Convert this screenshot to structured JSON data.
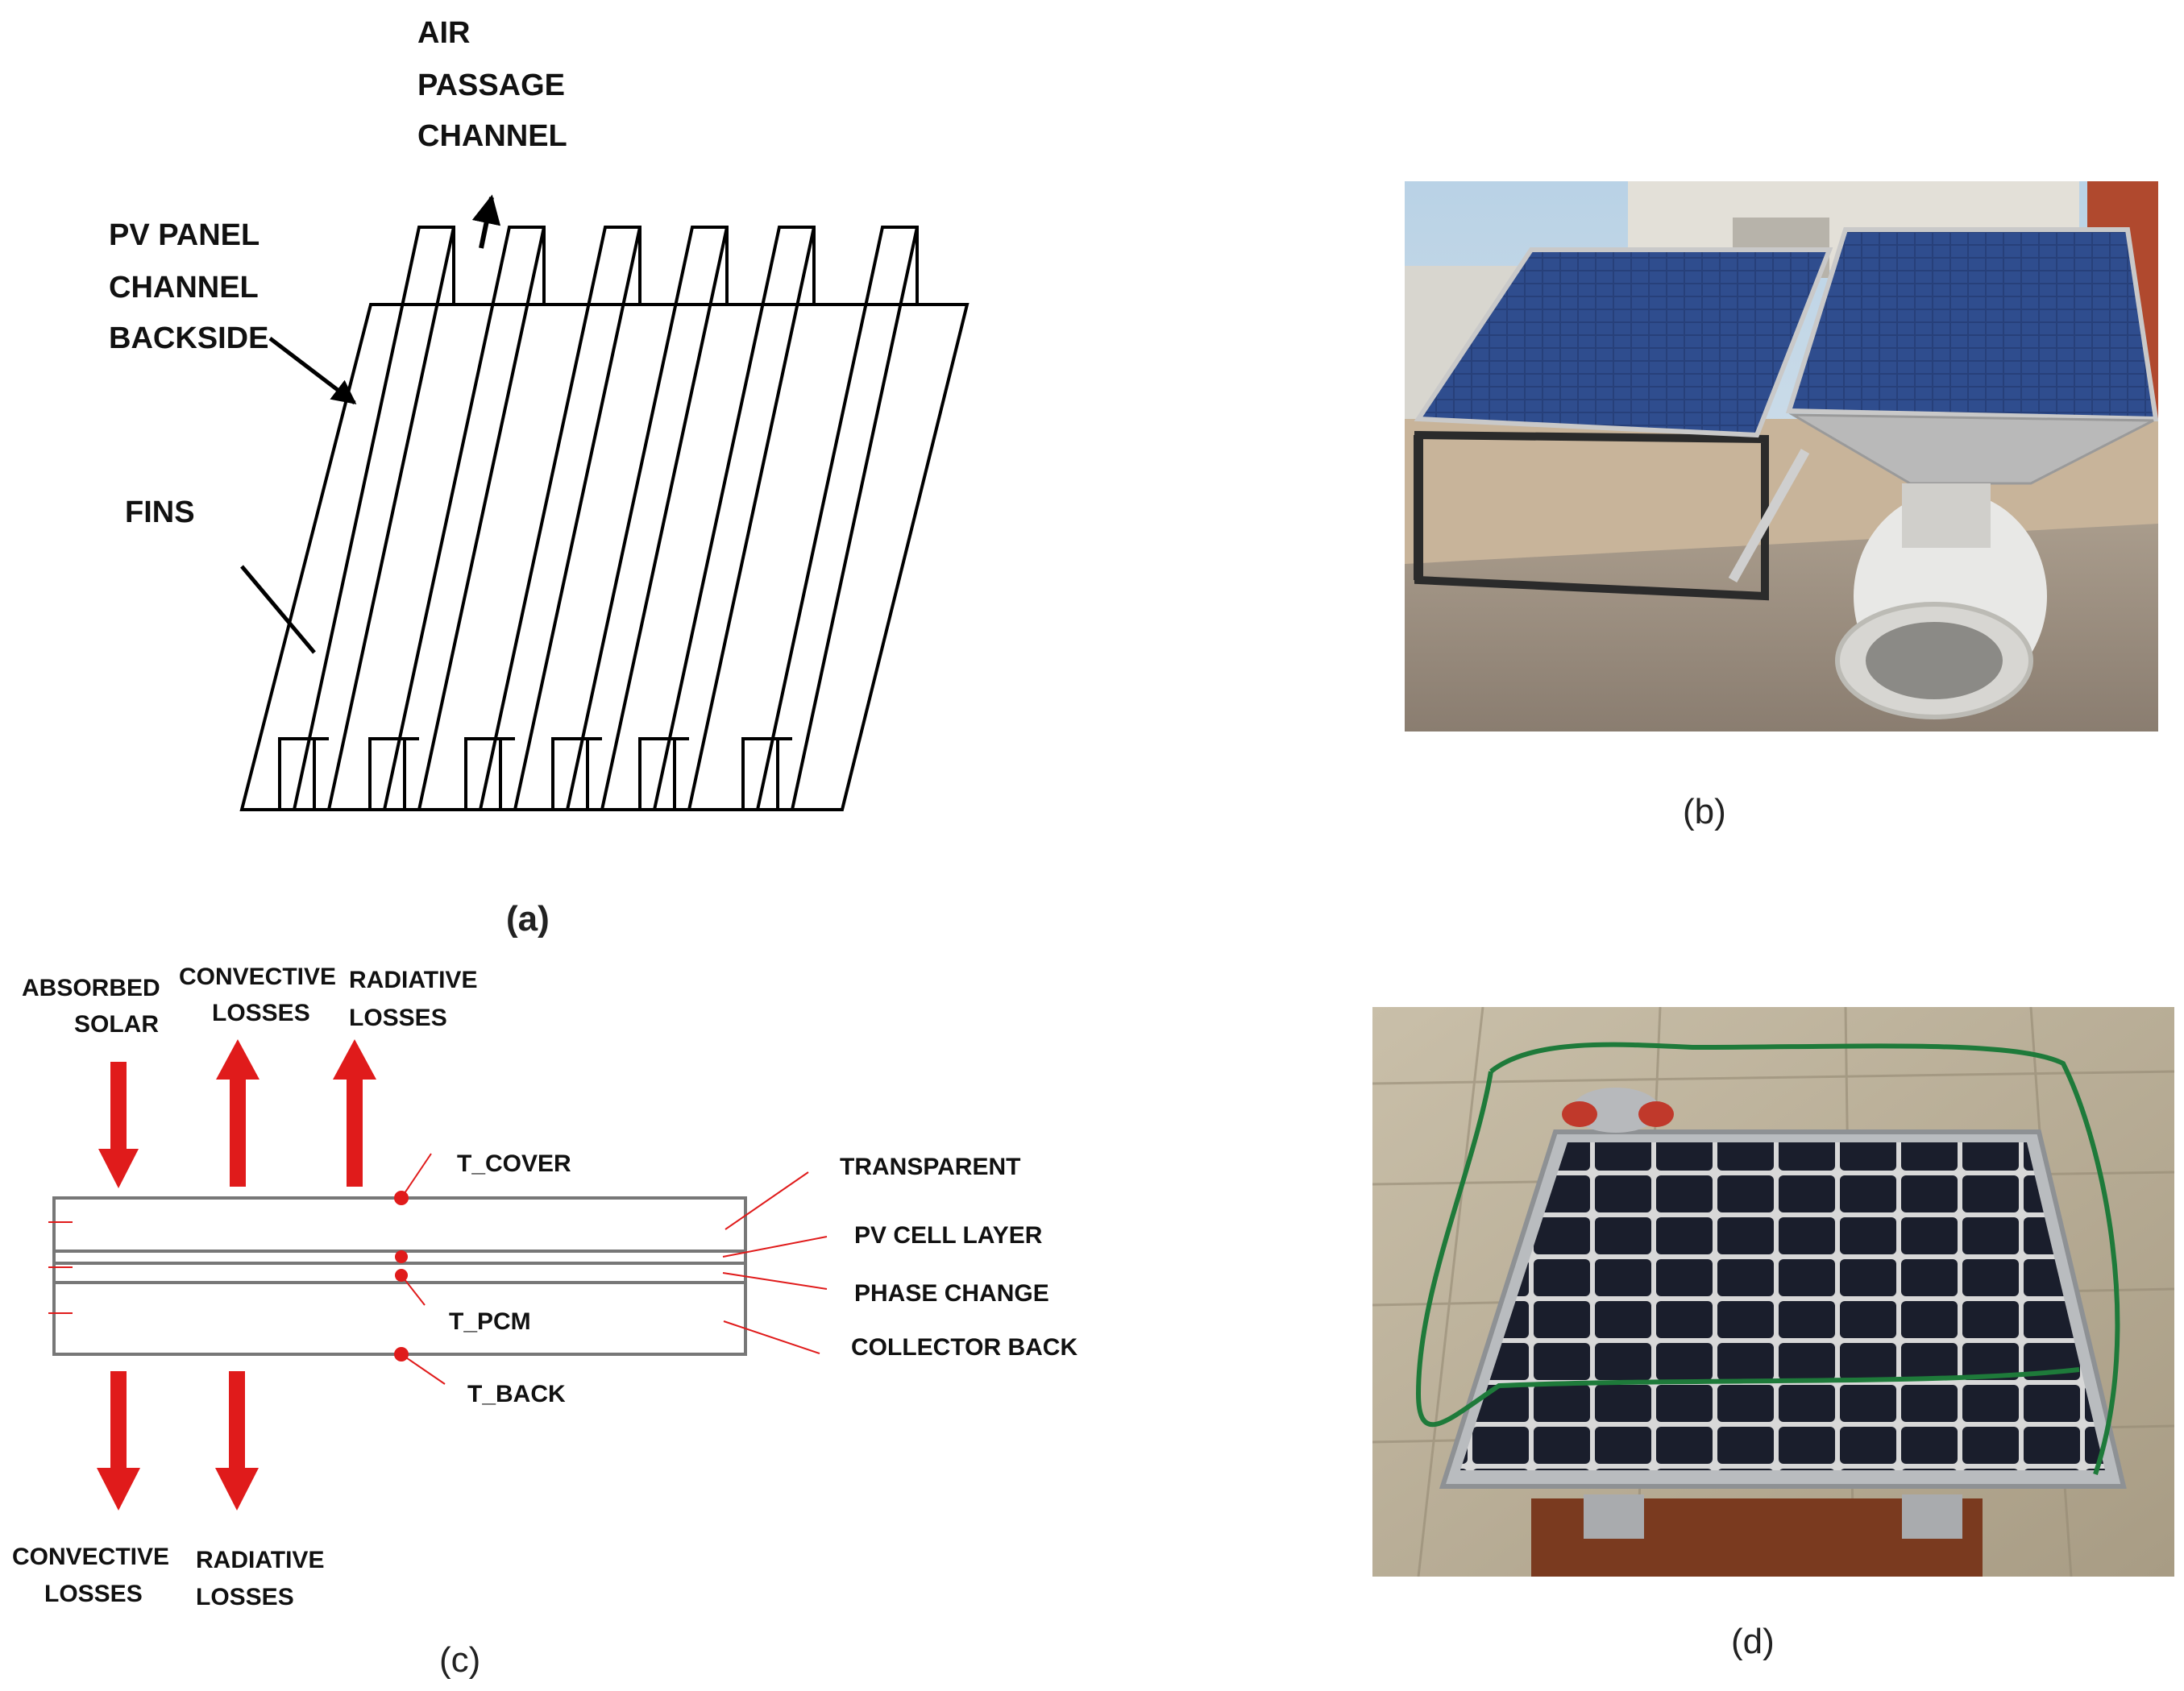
{
  "panel_a": {
    "label_air": [
      "AIR",
      "PASSAGE",
      "CHANNEL"
    ],
    "label_backside": [
      "PV PANEL",
      "CHANNEL",
      "BACKSIDE"
    ],
    "label_fins": "FINS",
    "caption": "(a)"
  },
  "panel_b": {
    "photo": "rooftop-pv-panels-with-fan-duct-photo",
    "caption": "(b)"
  },
  "panel_c": {
    "top_labels": [
      [
        "ABSORBED",
        "SOLAR"
      ],
      [
        "CONVECTIVE",
        "LOSSES"
      ],
      [
        "RADIATIVE",
        "LOSSES"
      ]
    ],
    "bottom_labels": [
      [
        "CONVECTIVE",
        "LOSSES"
      ],
      [
        "RADIATIVE",
        "LOSSES"
      ]
    ],
    "sensors": [
      "T_COVER",
      "T_PCM",
      "T_BACK"
    ],
    "layers": [
      "TRANSPARENT",
      "PV CELL LAYER",
      "PHASE CHANGE",
      "COLLECTOR BACK"
    ],
    "caption": "(c)",
    "arrow_color": "#e01b1b",
    "marker_color": "#e01b1b"
  },
  "panel_d": {
    "photo": "pv-panel-with-sensors-on-tiled-roof-photo",
    "caption": "(d)"
  }
}
